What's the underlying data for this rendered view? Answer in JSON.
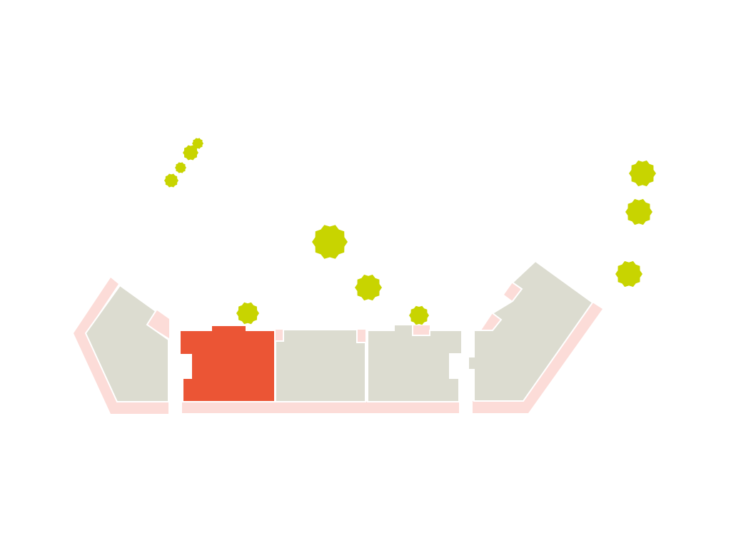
{
  "colors": {
    "background": "#ffffff",
    "unit_default": "#dcdcd0",
    "unit_selected": "#eb5535",
    "terrace": "#fcdcd8",
    "tree": "#c8d400"
  },
  "plan": {
    "selected_unit": "unit-2",
    "units": [
      {
        "id": "unit-1",
        "selected": false
      },
      {
        "id": "unit-2",
        "selected": true
      },
      {
        "id": "unit-3",
        "selected": false
      },
      {
        "id": "unit-4",
        "selected": false
      },
      {
        "id": "unit-5",
        "selected": false
      }
    ],
    "tree_icon": "tree-icon"
  }
}
